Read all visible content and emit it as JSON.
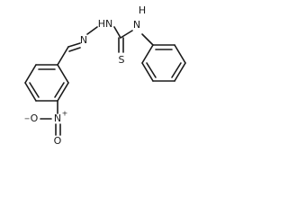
{
  "atoms": {
    "nh_left": "HN",
    "n_imine": "N",
    "h_right": "H",
    "n_right": "N",
    "sulfur": "S",
    "nitro_n": "N",
    "nitro_n_charge": "+",
    "nitro_o_bottom": "O",
    "nitro_o_left": "O",
    "nitro_o_left_charge": "−"
  },
  "colors": {
    "bond": "#1a1a1a",
    "label": "#1a1a1a",
    "background": "#ffffff"
  }
}
